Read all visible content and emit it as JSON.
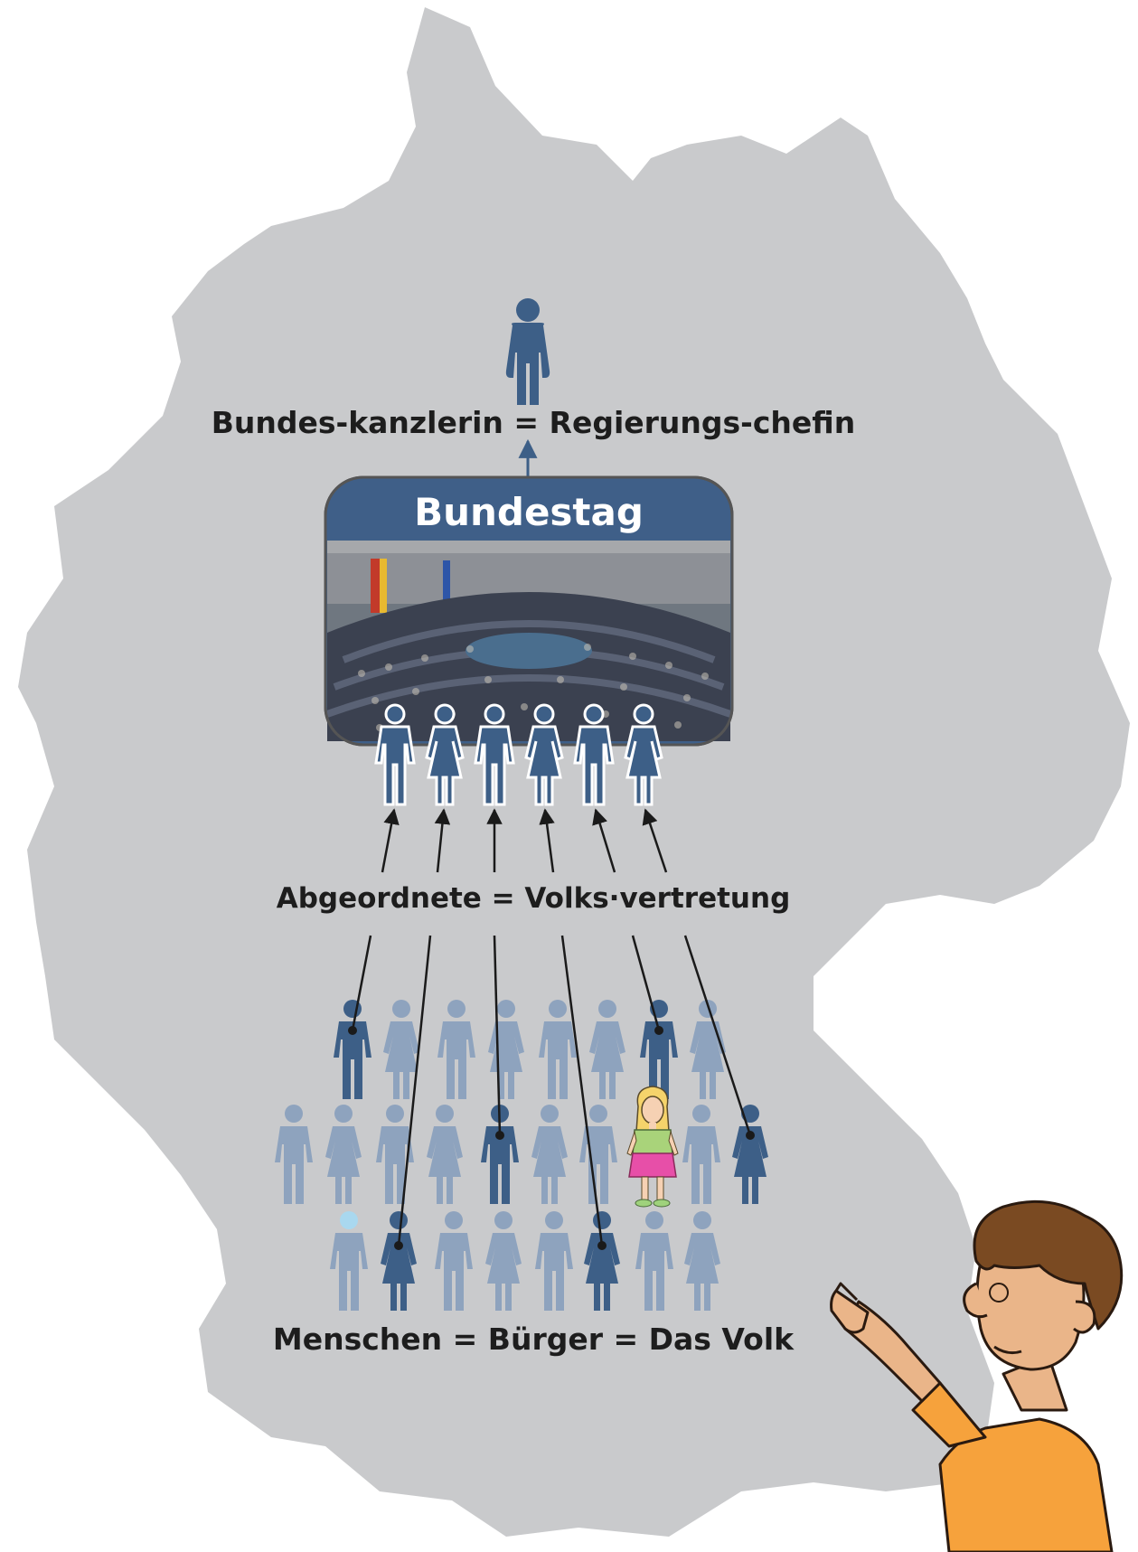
{
  "labels": {
    "chancellor": "Bundes-kanzlerin = Regierungs-chefin",
    "parliament": "Bundestag",
    "deputies": "Abgeordnete = Volks·vertretung",
    "people": "Menschen = Bürger = Das Volk"
  },
  "colors": {
    "map": "#c9cacc",
    "figure_dark": "#3d5f87",
    "figure_light": "#8ea3be",
    "panel": "#3f5f88",
    "arrow": "#1a1a1a",
    "shirt": "#f6a23c",
    "hair": "#7a4a22",
    "skin": "#eab589"
  },
  "icons": [
    "germany-map",
    "person-icon",
    "woman-icon",
    "girl-illustration",
    "pointing-man-illustration",
    "parliament-photo"
  ]
}
